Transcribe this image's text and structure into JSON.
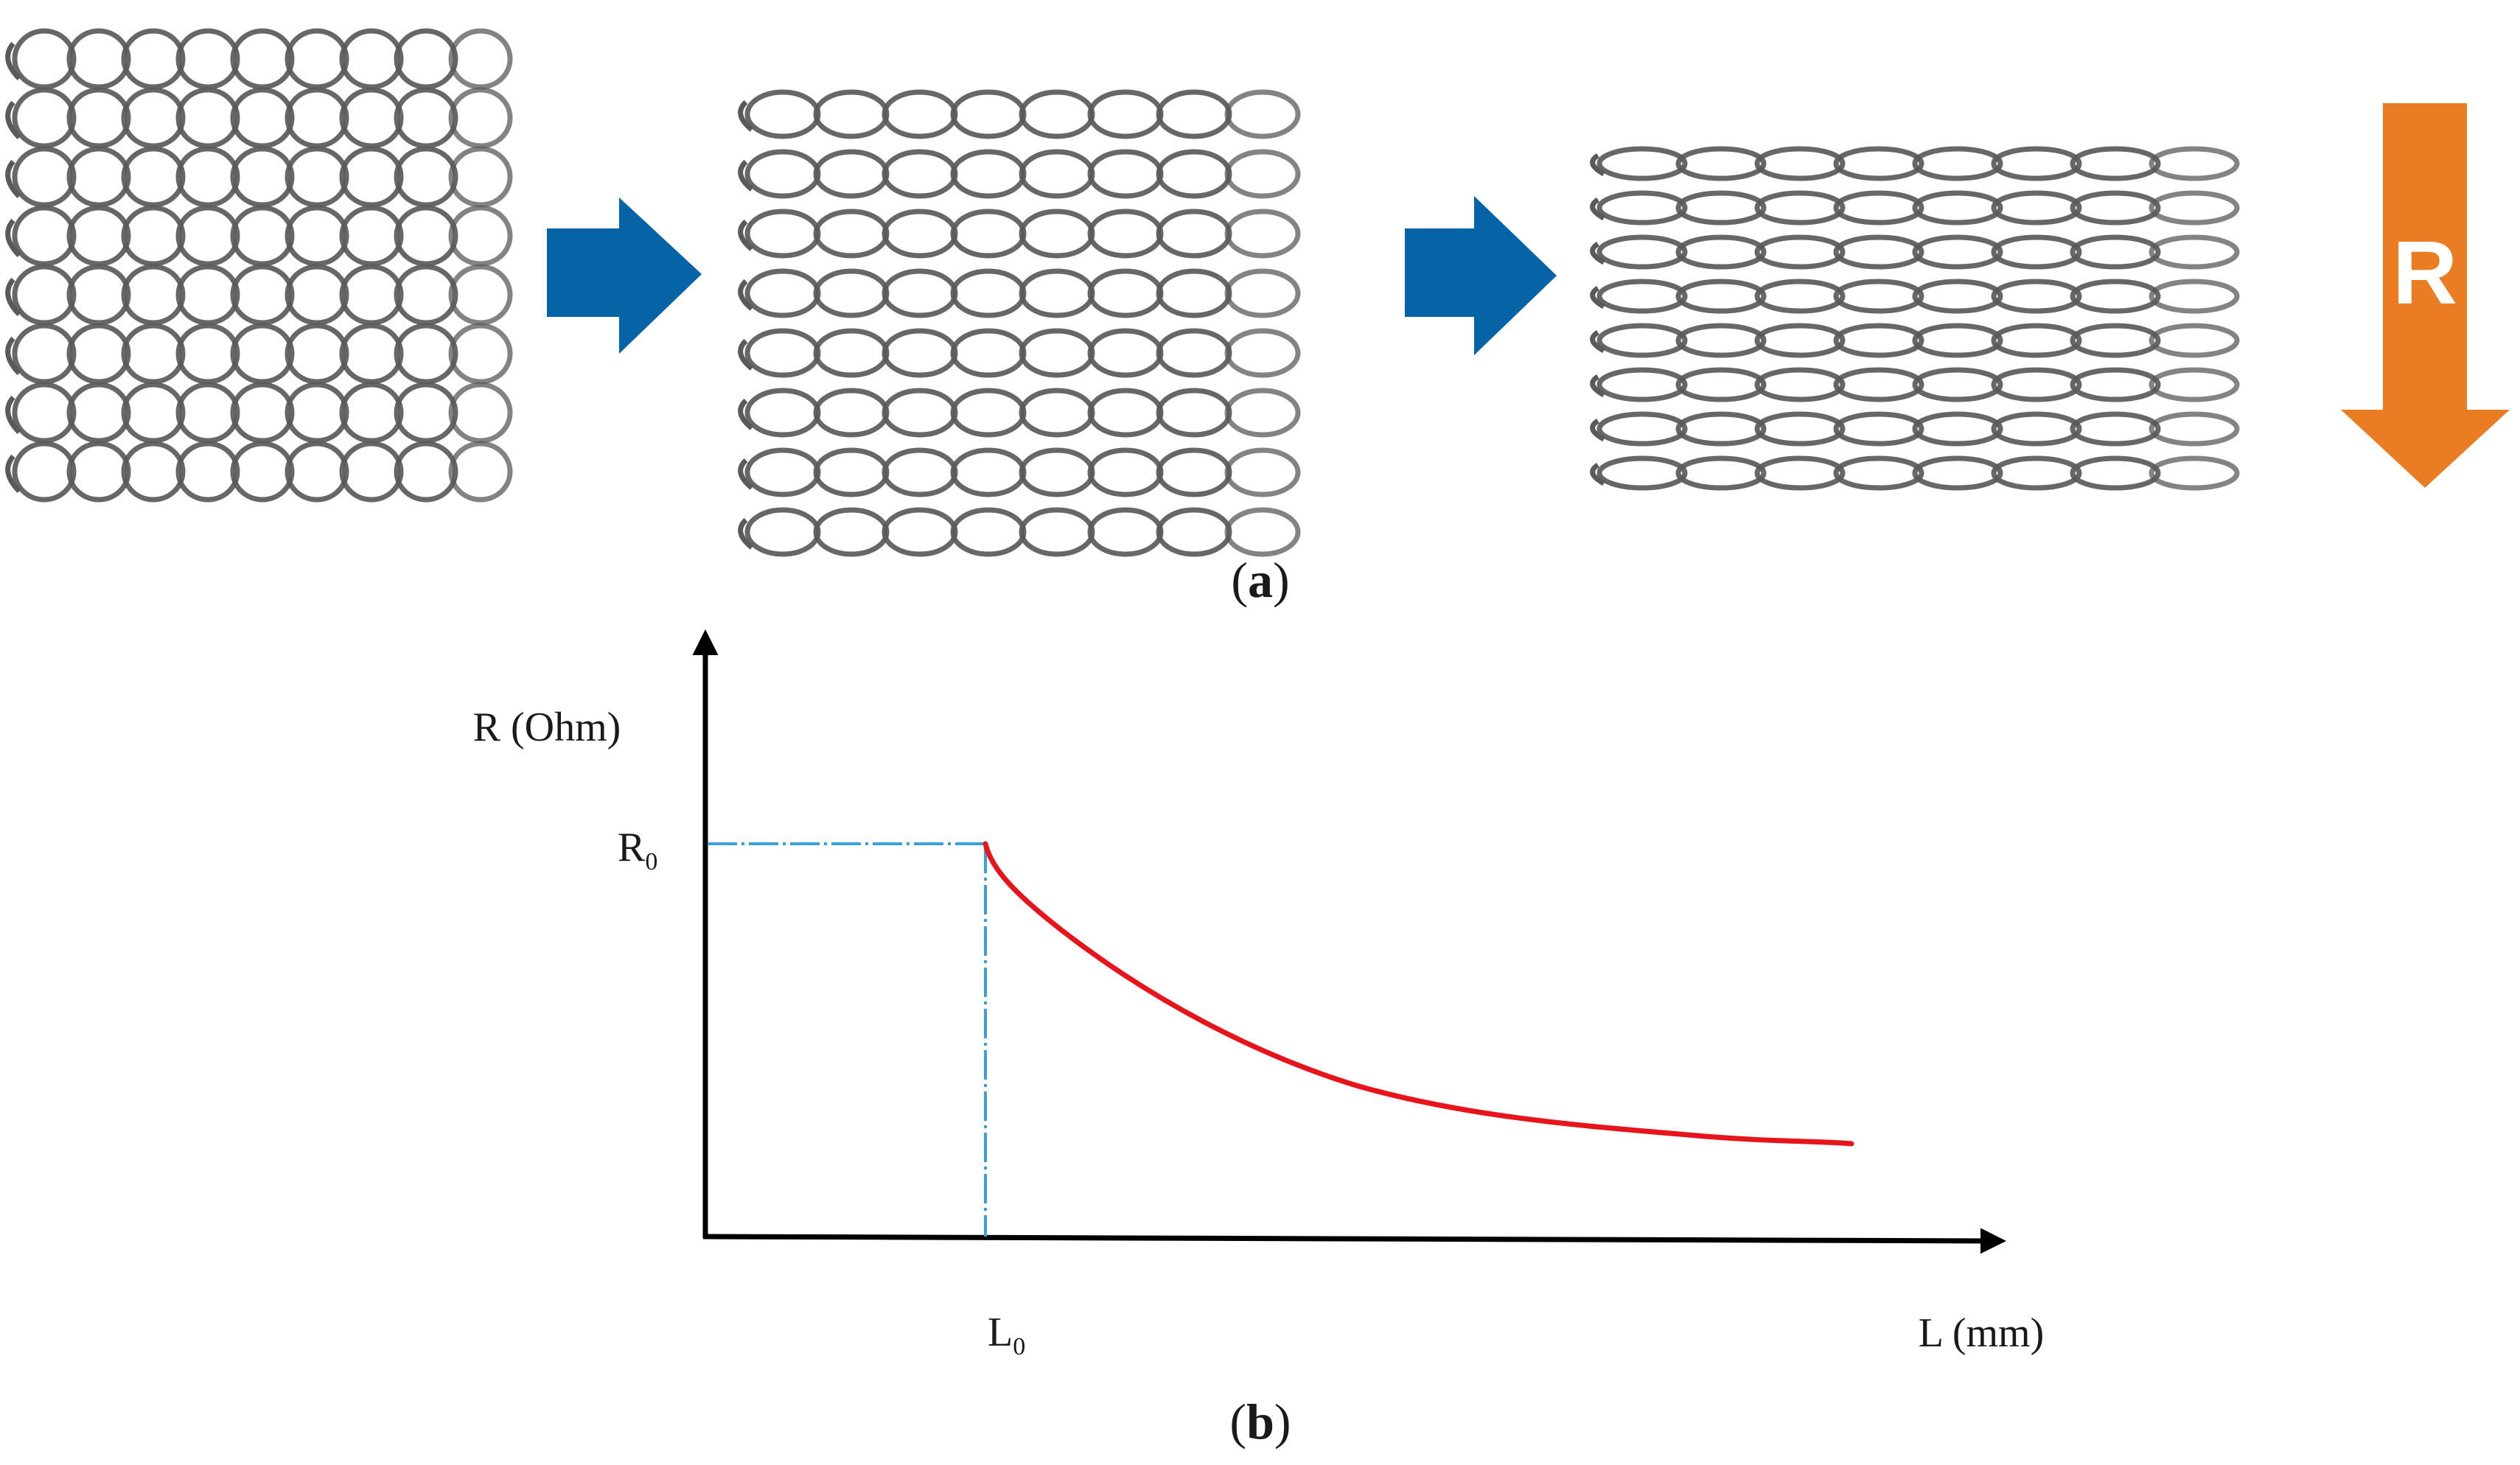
{
  "panel_a": {
    "caption_open": "(",
    "caption_letter": "a",
    "caption_close": ")",
    "arrow_color": "#0563a6",
    "knit_color": "#5a5a5a",
    "resistance_arrow": {
      "label": "R",
      "direction": "down",
      "color": "#ea7d24"
    }
  },
  "panel_b": {
    "caption_open": "(",
    "caption_letter": "b",
    "caption_close": ")",
    "ylabel": "R (Ohm)",
    "xlabel": "L (mm)",
    "r0_main": "R",
    "r0_sub": "0",
    "l0_main": "L",
    "l0_sub": "0",
    "curve_color": "#e8141b",
    "guide_color": "#3aa0db",
    "axis_color": "#000000"
  }
}
